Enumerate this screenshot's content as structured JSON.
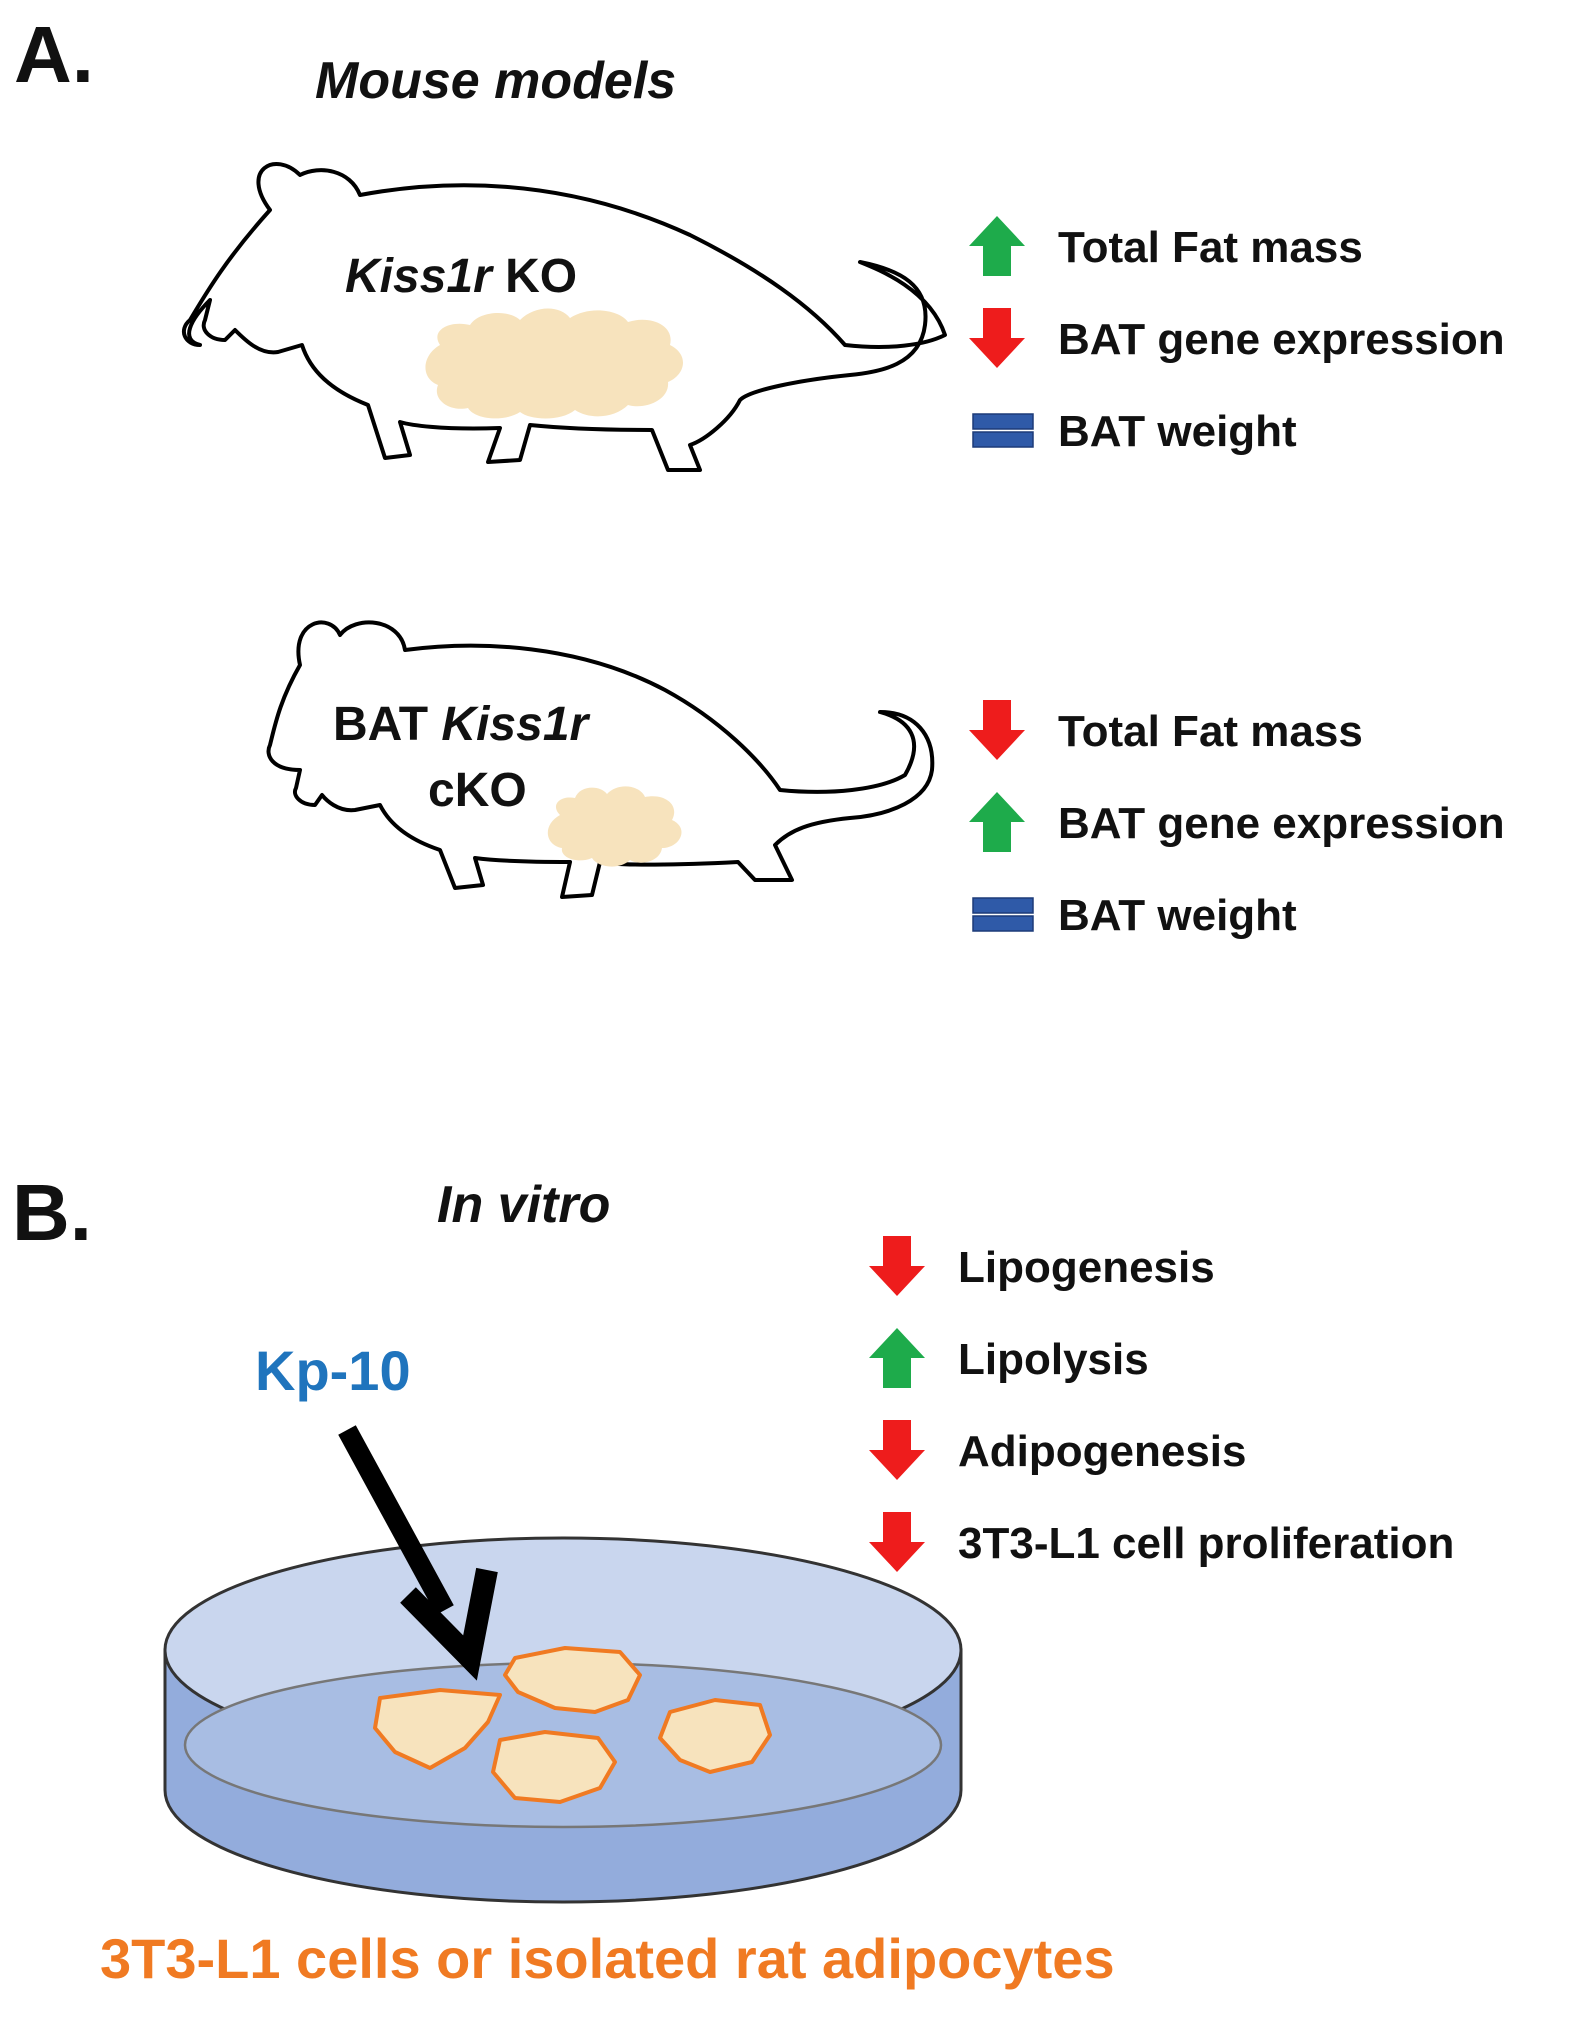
{
  "panel_a": {
    "label": "A.",
    "heading": "Mouse models",
    "model_1": {
      "name_italic": "Kiss1r",
      "name_rest": " KO",
      "effects": [
        {
          "direction": "up",
          "text": "Total Fat mass"
        },
        {
          "direction": "down",
          "text": "BAT gene expression"
        },
        {
          "direction": "equal",
          "text": "BAT weight"
        }
      ]
    },
    "model_2": {
      "line1_prefix": "BAT ",
      "line1_italic": "Kiss1r",
      "line2": "cKO",
      "effects": [
        {
          "direction": "down",
          "text": "Total Fat mass"
        },
        {
          "direction": "up",
          "text": "BAT gene expression"
        },
        {
          "direction": "equal",
          "text": "BAT weight"
        }
      ]
    }
  },
  "panel_b": {
    "label": "B.",
    "heading": "In vitro",
    "treatment": "Kp-10",
    "caption": "3T3-L1 cells or isolated rat adipocytes",
    "effects": [
      {
        "direction": "down",
        "text": "Lipogenesis"
      },
      {
        "direction": "up",
        "text": "Lipolysis"
      },
      {
        "direction": "down",
        "text": "Adipogenesis"
      },
      {
        "direction": "down",
        "text": "3T3-L1 cell proliferation"
      }
    ]
  },
  "colors": {
    "up_arrow": "#1eab4b",
    "down_arrow": "#ee1c1c",
    "equal_sign": "#2f5aa8",
    "fat_tissue": "#f7e3bd",
    "cell_outline": "#f07a22",
    "treatment_text": "#1f74bd",
    "caption_text": "#f07a22",
    "dish_fill": "#93acdc",
    "dish_top": "#c9d6ee"
  }
}
